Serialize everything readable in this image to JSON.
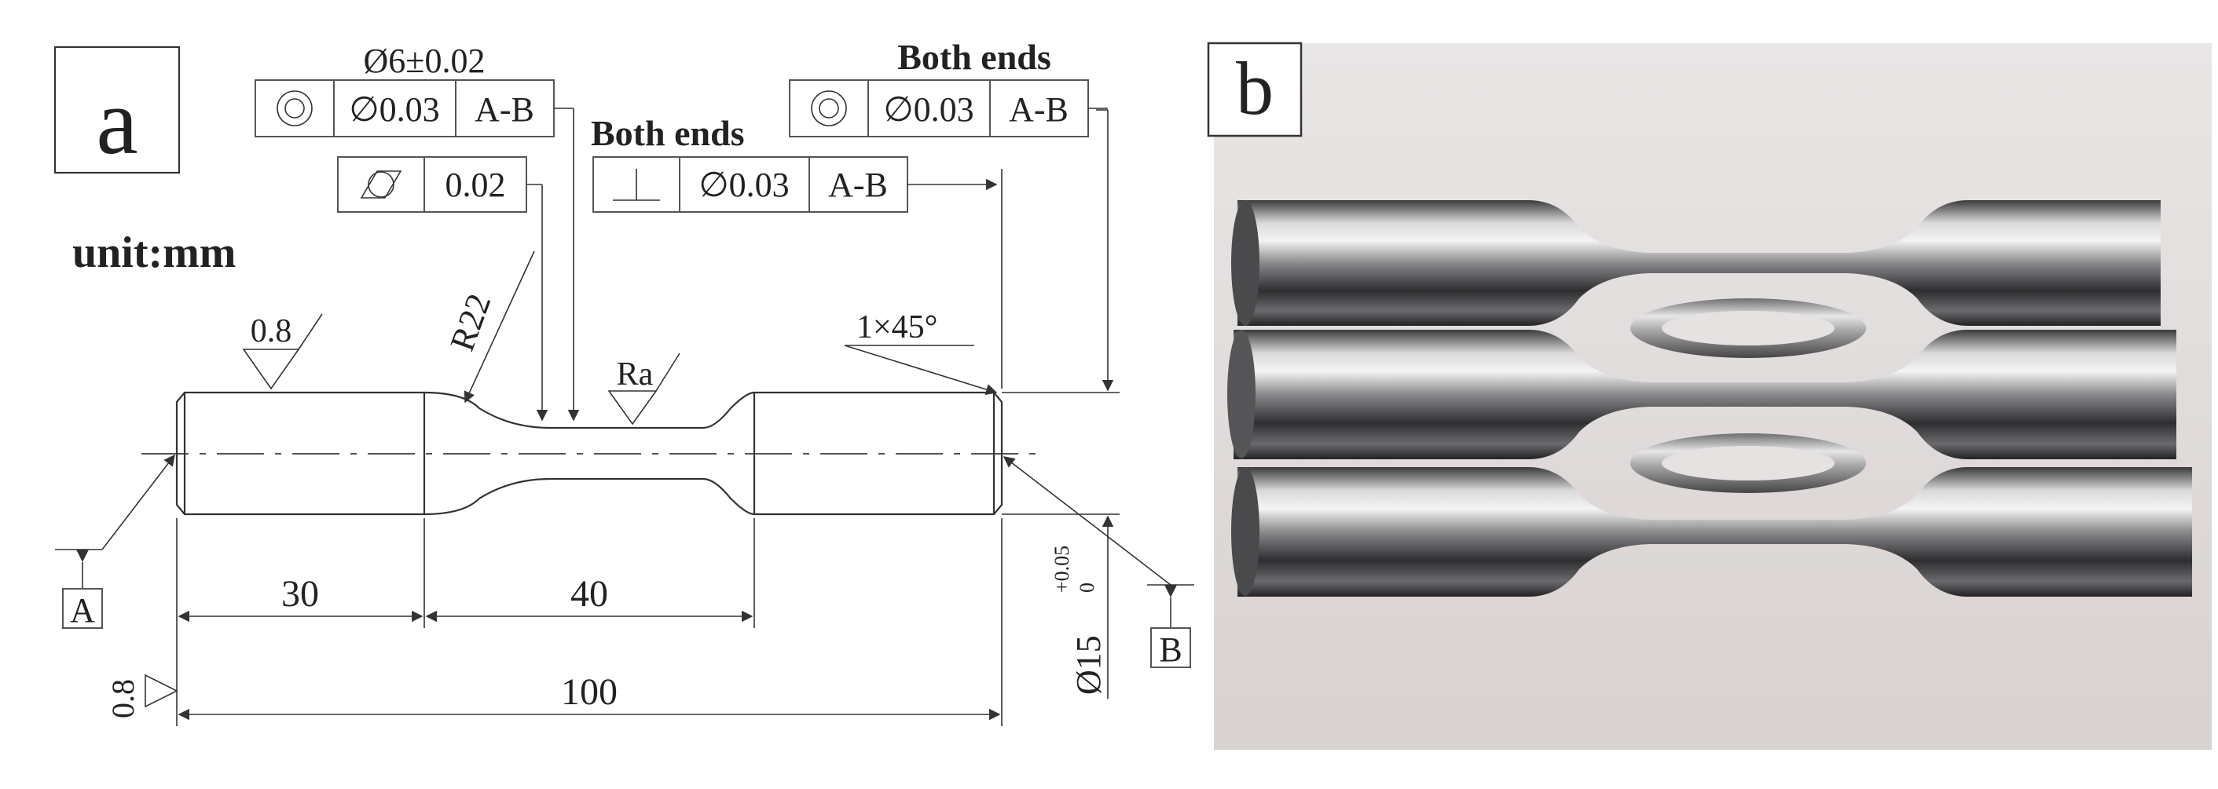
{
  "panel_a": {
    "label": "a",
    "unit": "unit:mm",
    "gtol": {
      "diameter_tol": "Ø6±0.02",
      "coaxial_value": "∅0.03",
      "coaxial_datum": "A-B",
      "cyl_value": "0.02",
      "both_ends_1": "Both ends",
      "perp_value": "∅0.03",
      "perp_datum": "A-B",
      "both_ends_2": "Both ends",
      "coaxial2_value": "∅0.03",
      "coaxial2_datum": "A-B"
    },
    "annotations": {
      "radius": "R22",
      "chamfer": "1×45°",
      "rough_left": "0.8",
      "rough_mid": "Ra",
      "rough_bottom": "0.8",
      "datum_a": "A",
      "datum_b": "B",
      "dia_main": "Ø15",
      "dia_tol_upper": "+0.05",
      "dia_tol_lower": "0"
    },
    "dimensions": {
      "len_grip": "30",
      "len_gauge": "40",
      "len_total": "100"
    }
  },
  "panel_b": {
    "label": "b",
    "photo": "three polished steel dog-bone fatigue specimens stacked"
  }
}
